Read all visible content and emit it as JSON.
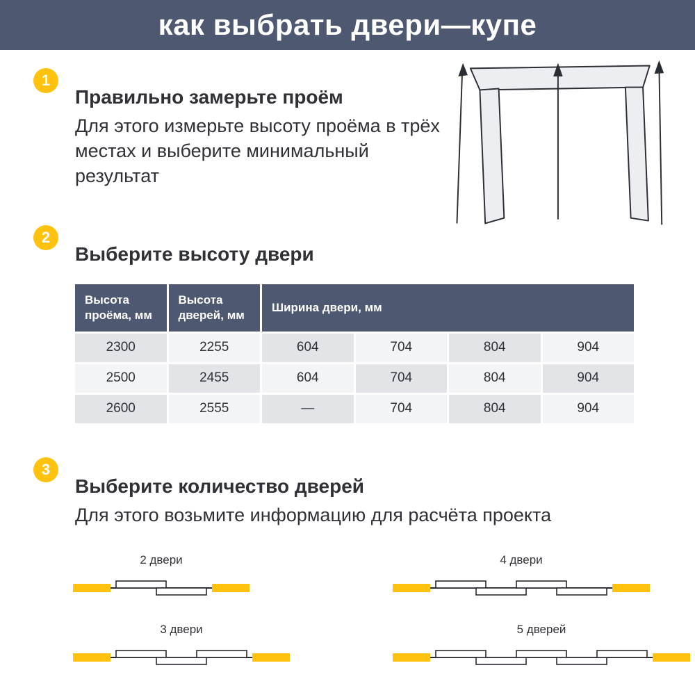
{
  "header": {
    "title": "как выбрать двери—купе"
  },
  "steps": [
    {
      "number": "1",
      "title": "Правильно замерьте проём",
      "body": "Для этого измерьте высоту проёма в трёх местах и выберите минимальный результат"
    },
    {
      "number": "2",
      "title": "Выберите высоту двери"
    },
    {
      "number": "3",
      "title": "Выберите количество дверей",
      "body": "Для этого возьмите информацию для расчёта проекта"
    }
  ],
  "table": {
    "headers": [
      "Высота проёма, мм",
      "Высота дверей, мм",
      "Ширина двери, мм"
    ],
    "rows": [
      [
        "2300",
        "2255",
        "604",
        "704",
        "804",
        "904"
      ],
      [
        "2500",
        "2455",
        "604",
        "704",
        "804",
        "904"
      ],
      [
        "2600",
        "2555",
        "—",
        "704",
        "804",
        "904"
      ]
    ]
  },
  "diagrams": [
    {
      "label": "2 двери",
      "doors": 2
    },
    {
      "label": "4 двери",
      "doors": 4
    },
    {
      "label": "3 двери",
      "doors": 3
    },
    {
      "label": "5 дверей",
      "doors": 5
    }
  ],
  "illustration": {
    "name": "door-frame-measurement"
  },
  "colors": {
    "accent": "#FFC20E",
    "header_bg": "#4E5870",
    "cell_dark": "#E2E4E8",
    "cell_light": "#F3F4F6",
    "text": "#2F3136"
  }
}
